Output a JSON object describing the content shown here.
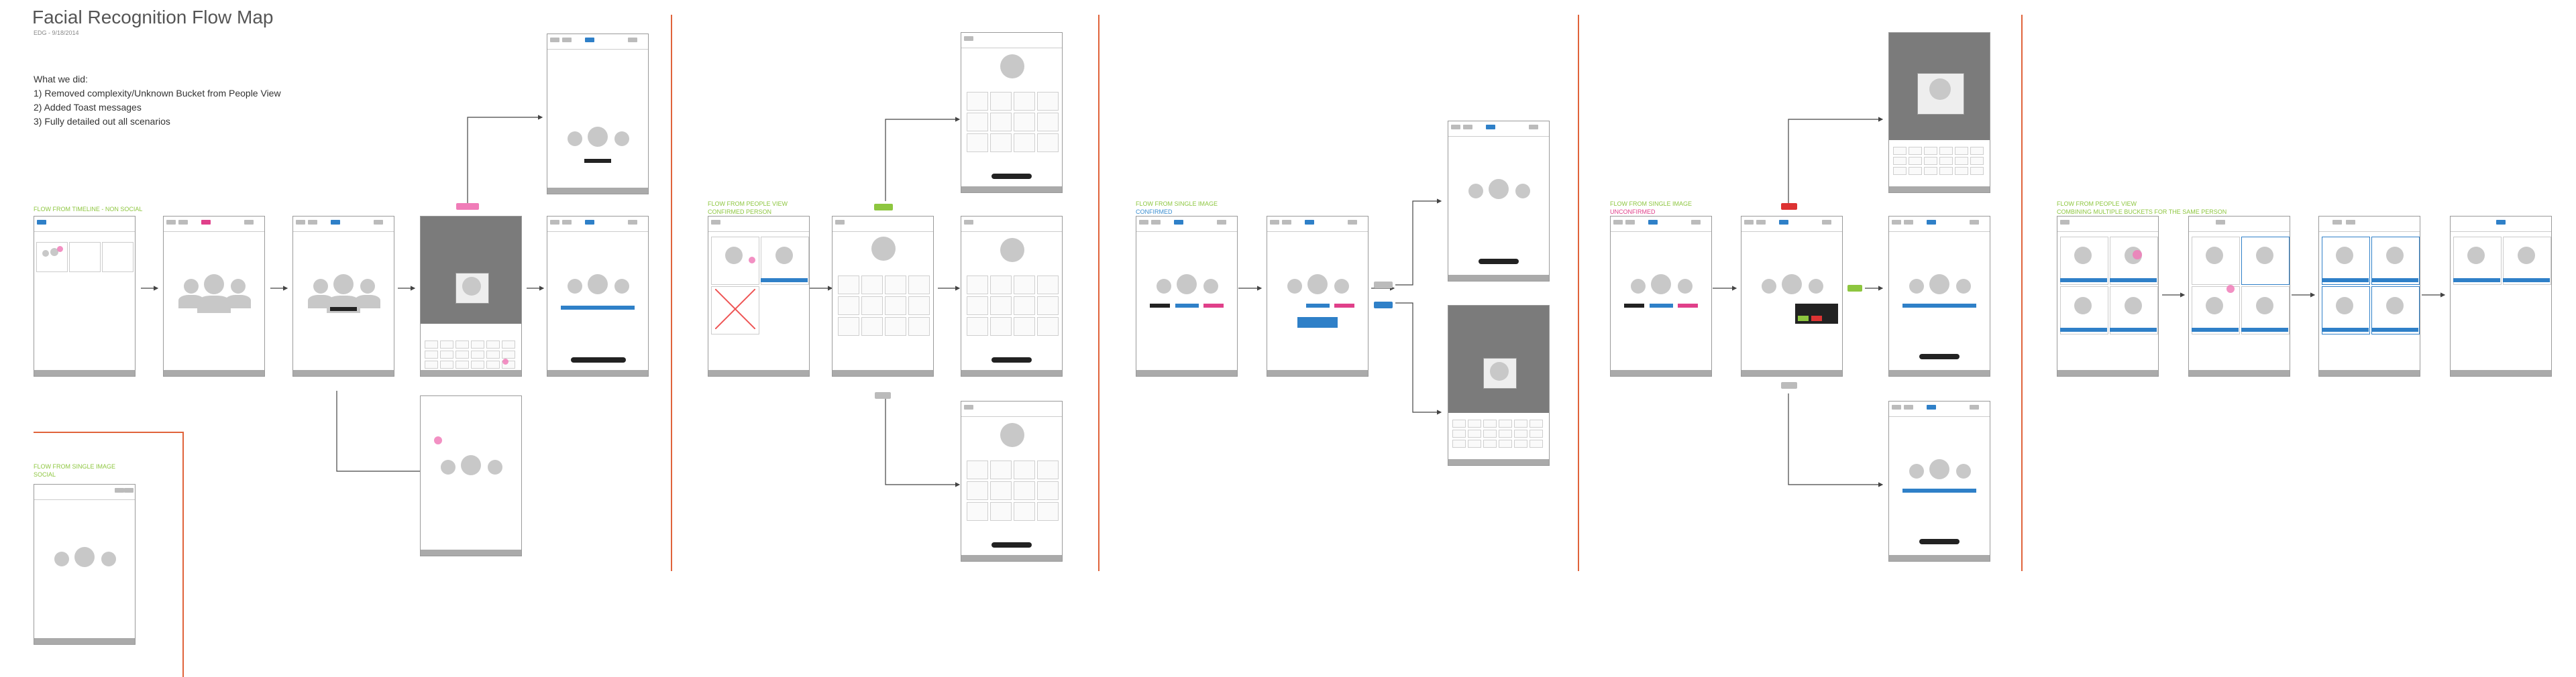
{
  "header": {
    "title": "Facial Recognition Flow Map",
    "subtitle": "EDG - 9/18/2014"
  },
  "summary": {
    "heading": "What we did:",
    "items": [
      "1) Removed complexity/Unknown Bucket from People View",
      "2) Added Toast messages",
      "3) Fully detailed out all scenarios"
    ]
  },
  "flows": [
    {
      "id": "timeline",
      "line1": "FLOW FROM TIMELINE - NON SOCIAL",
      "line2": "",
      "color": "#8dc63f"
    },
    {
      "id": "single-social",
      "line1": "FLOW FROM SINGLE IMAGE",
      "line2": "SOCIAL",
      "color": "#8dc63f"
    },
    {
      "id": "people-confirmed",
      "line1": "FLOW FROM PEOPLE VIEW",
      "line2": "CONFIRMED PERSON",
      "color": "#8dc63f"
    },
    {
      "id": "single-confirmed",
      "line1": "FLOW FROM SINGLE IMAGE",
      "line2": "CONFIRMED",
      "color": "#8dc63f",
      "line2color": "#3a8ed0"
    },
    {
      "id": "single-unconfirmed",
      "line1": "FLOW FROM SINGLE IMAGE",
      "line2": "UNCONFIRMED",
      "color": "#8dc63f",
      "line2color": "#e0408a"
    },
    {
      "id": "people-multi",
      "line1": "FLOW FROM PEOPLE VIEW",
      "line2": "COMBINING MULTIPLE BUCKETS FOR THE SAME PERSON",
      "color": "#8dc63f"
    }
  ],
  "colors": {
    "accent_green": "#8dc63f",
    "accent_blue": "#2f80c8",
    "accent_pink": "#e0408a",
    "divider": "#e0633a",
    "wire_gray": "#9a9a9a"
  }
}
